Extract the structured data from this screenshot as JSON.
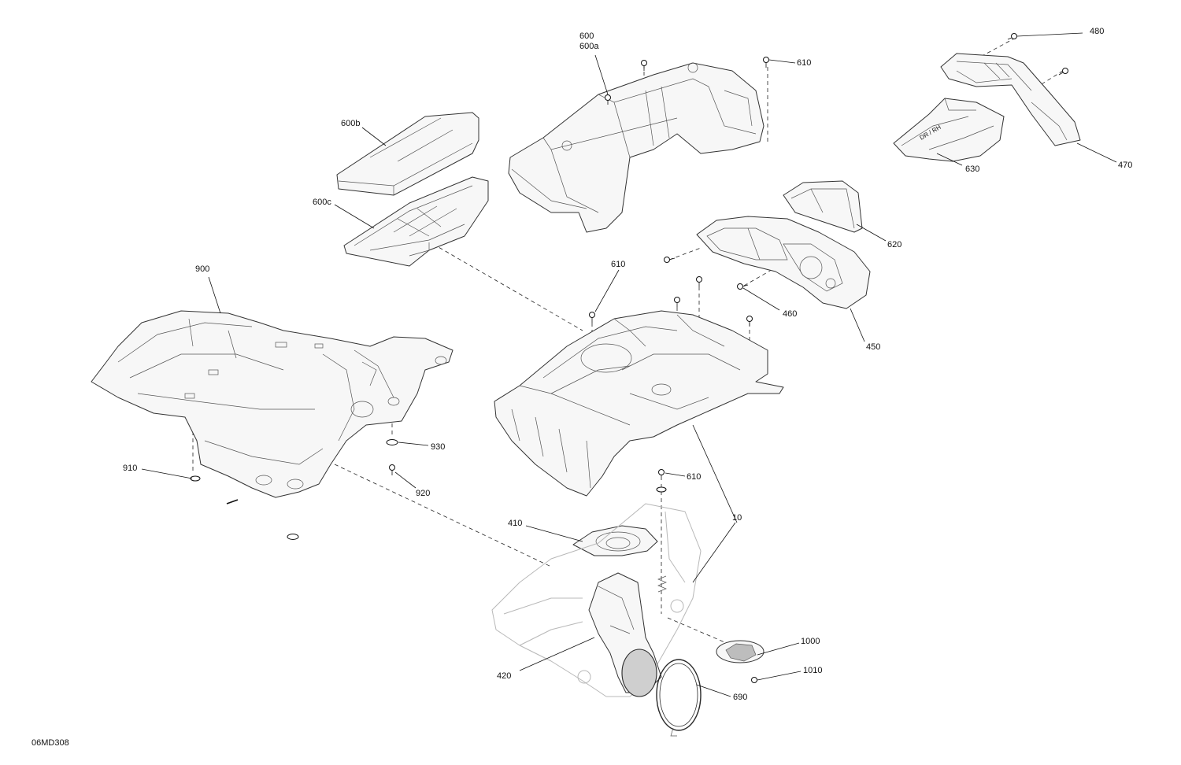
{
  "diagram": {
    "reference_code": "06MD308",
    "callouts": [
      "600",
      "600a",
      "600b",
      "600c",
      "610",
      "480",
      "470",
      "630",
      "620",
      "450",
      "460",
      "900",
      "910",
      "920",
      "930",
      "10",
      "410",
      "420",
      "690",
      "1000",
      "1010"
    ]
  }
}
